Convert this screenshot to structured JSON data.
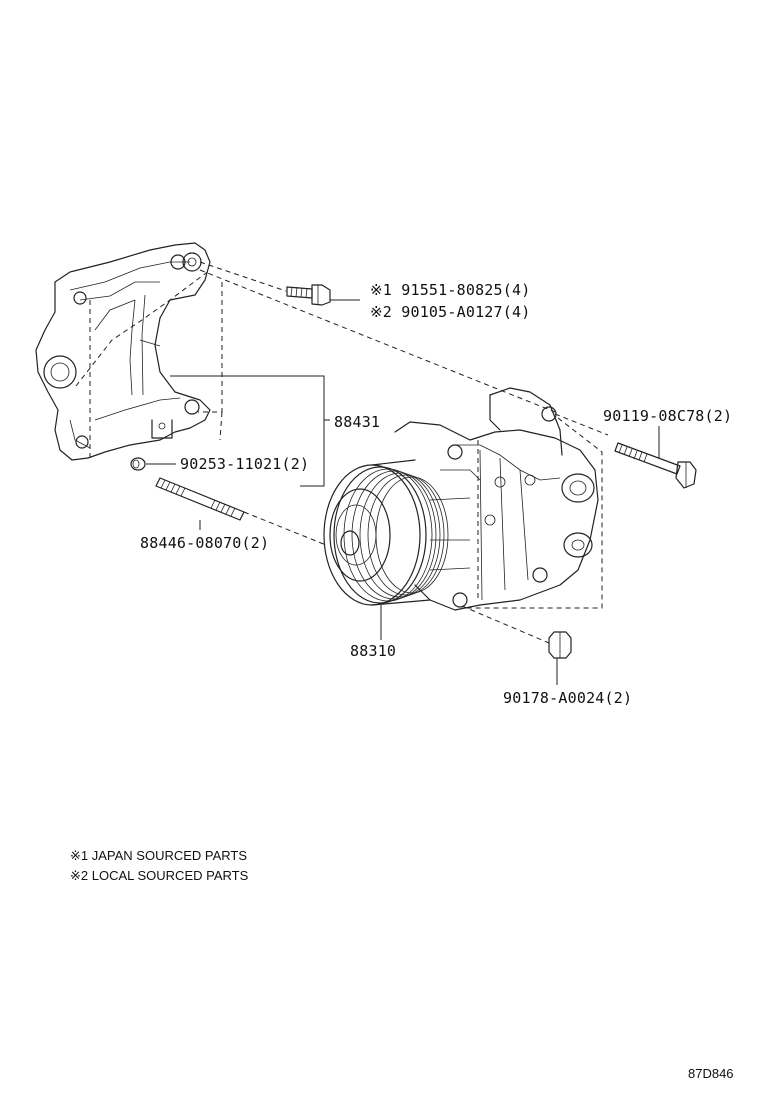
{
  "callouts": {
    "bolt_japan": "※1 91551-80825(4)",
    "bolt_local": "※2 90105-A0127(4)",
    "bracket": "88431",
    "bolt_compressor": "90119-08C78(2)",
    "pin": "90253-11021(2)",
    "stud": "88446-08070(2)",
    "compressor": "88310",
    "nut": "90178-A0024(2)"
  },
  "notes": [
    "※1  JAPAN SOURCED PARTS",
    "※2  LOCAL SOURCED PARTS"
  ],
  "figure_code": "87D846"
}
